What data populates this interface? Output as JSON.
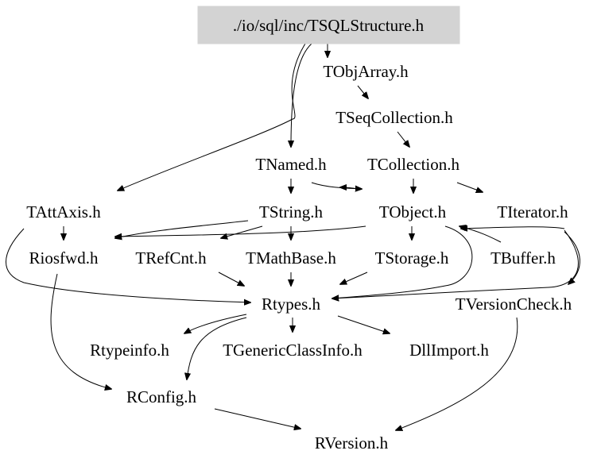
{
  "graph": {
    "root": "./io/sql/inc/TSQLStructure.h",
    "nodes": {
      "root": "./io/sql/inc/TSQLStructure.h",
      "tobjarray": "TObjArray.h",
      "tseqcollection": "TSeqCollection.h",
      "tnamed": "TNamed.h",
      "tcollection": "TCollection.h",
      "tattaxis": "TAttAxis.h",
      "tstring": "TString.h",
      "tobject": "TObject.h",
      "titerator": "TIterator.h",
      "riosfwd": "Riosfwd.h",
      "trefcnt": "TRefCnt.h",
      "tmathbase": "TMathBase.h",
      "tstorage": "TStorage.h",
      "tbuffer": "TBuffer.h",
      "rtypes": "Rtypes.h",
      "tversioncheck": "TVersionCheck.h",
      "rtypeinfo": "Rtypeinfo.h",
      "tgenericclassinfo": "TGenericClassInfo.h",
      "dllimport": "DllImport.h",
      "rconfig": "RConfig.h",
      "rversion": "RVersion.h"
    },
    "colors": {
      "root_fill": "#d3d3d3",
      "edge": "#000000"
    }
  }
}
